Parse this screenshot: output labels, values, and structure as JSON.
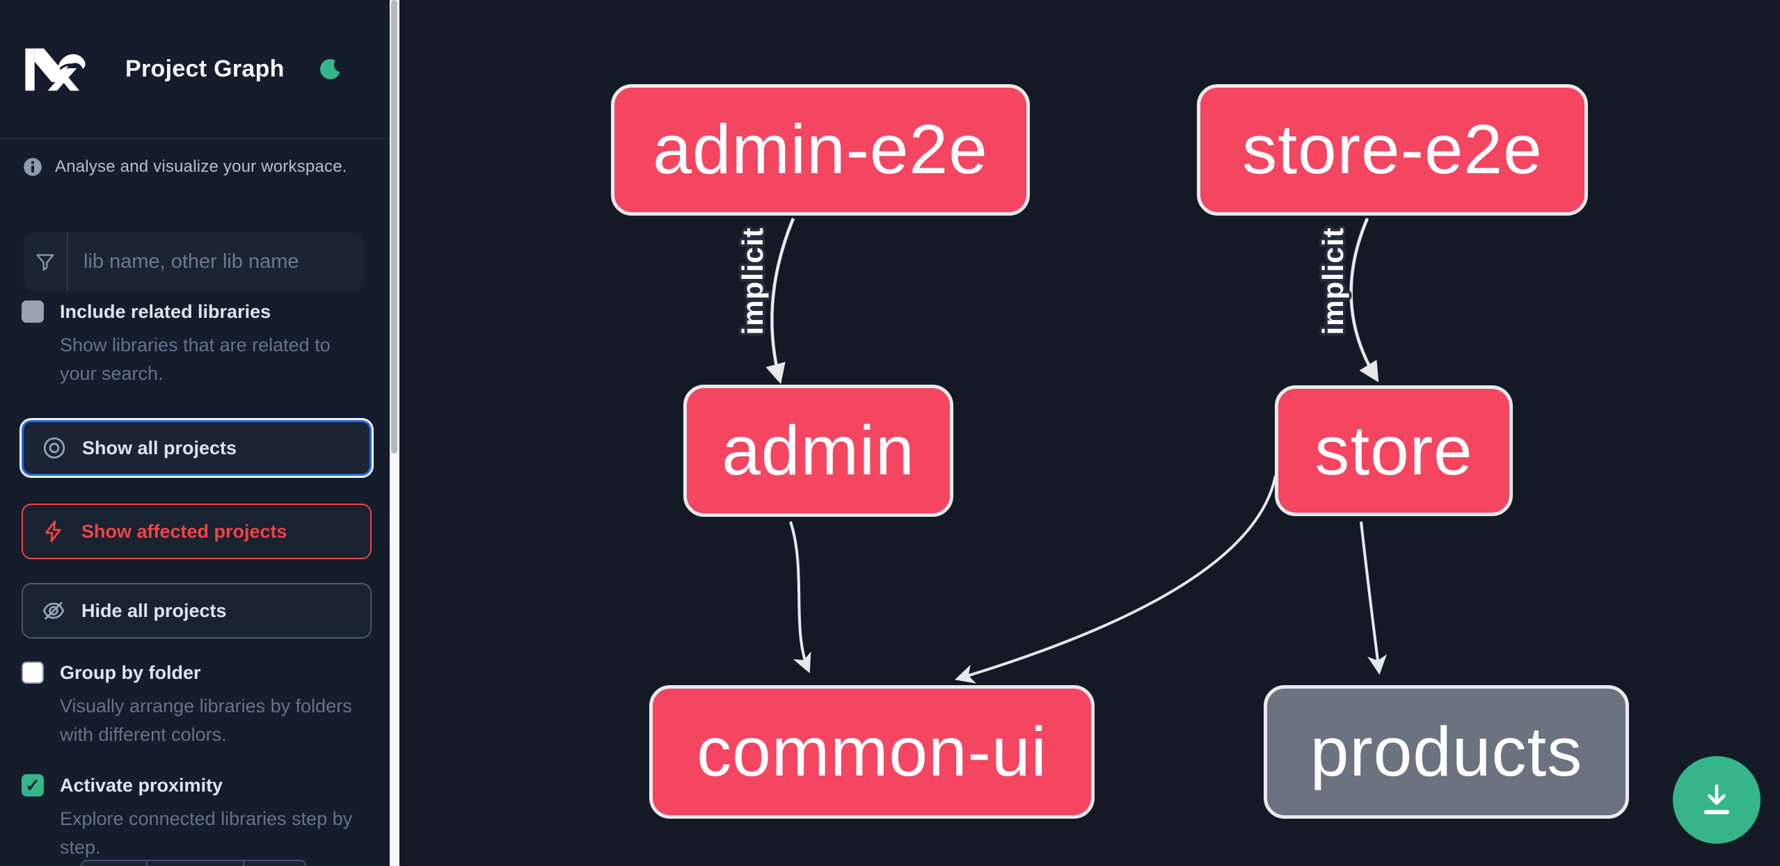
{
  "header": {
    "title": "Project Graph",
    "logo_icon": "nx-logo",
    "theme_icon": "moon-icon"
  },
  "sidebar": {
    "tagline": "Analyse and visualize your workspace.",
    "search": {
      "placeholder": "lib name, other lib name",
      "value": "",
      "icon": "funnel-icon"
    },
    "include_related": {
      "label": "Include related libraries",
      "description": "Show libraries that are related to your search.",
      "checked": false
    },
    "buttons": {
      "show_all": {
        "label": "Show all projects",
        "icon": "eye-icon",
        "focused": true
      },
      "show_affected": {
        "label": "Show affected projects",
        "icon": "bolt-icon"
      },
      "hide_all": {
        "label": "Hide all projects",
        "icon": "eye-off-icon"
      }
    },
    "group_by_folder": {
      "label": "Group by folder",
      "description": "Visually arrange libraries by folders with different colors.",
      "checked": false
    },
    "activate_proximity": {
      "label": "Activate proximity",
      "description": "Explore connected libraries step by step.",
      "checked": true
    }
  },
  "graph": {
    "nodes": [
      {
        "id": "admin-e2e",
        "label": "admin-e2e",
        "status": "affected"
      },
      {
        "id": "store-e2e",
        "label": "store-e2e",
        "status": "affected"
      },
      {
        "id": "admin",
        "label": "admin",
        "status": "affected"
      },
      {
        "id": "store",
        "label": "store",
        "status": "affected"
      },
      {
        "id": "common-ui",
        "label": "common-ui",
        "status": "affected"
      },
      {
        "id": "products",
        "label": "products",
        "status": "unaffected"
      }
    ],
    "edges": [
      {
        "from": "admin-e2e",
        "to": "admin",
        "label": "implicit"
      },
      {
        "from": "store-e2e",
        "to": "store",
        "label": "implicit"
      },
      {
        "from": "admin",
        "to": "common-ui",
        "label": ""
      },
      {
        "from": "store",
        "to": "common-ui",
        "label": ""
      },
      {
        "from": "store",
        "to": "products",
        "label": ""
      }
    ],
    "download_icon": "download-icon"
  },
  "colors": {
    "affected_node": "#f44561",
    "unaffected_node": "#6b7280",
    "accent_green": "#35b589",
    "focus_blue": "#2168f0",
    "affected_red": "#ef4444",
    "edge": "#e6e8eb",
    "sidebar_bg": "#151c2b",
    "canvas_bg": "#131a26"
  }
}
